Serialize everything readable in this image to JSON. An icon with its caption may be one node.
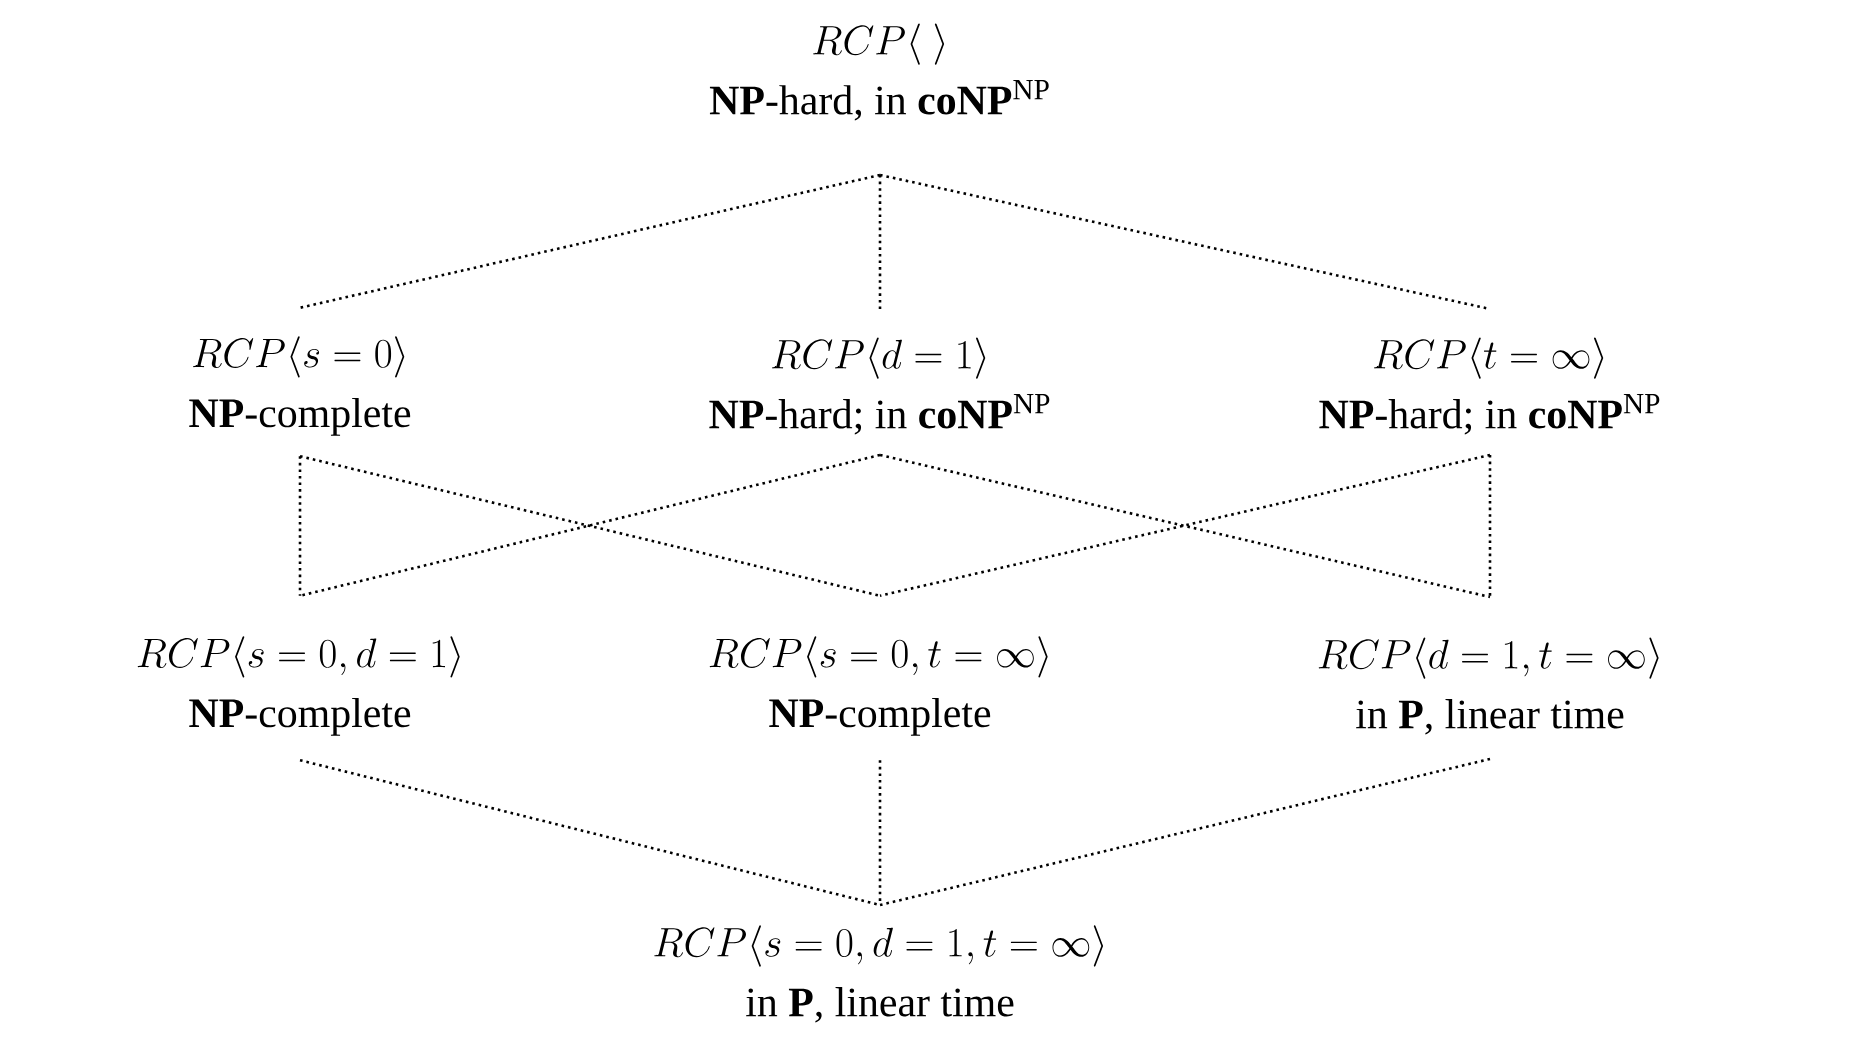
{
  "diagram": {
    "nodes": [
      {
        "text": [
          "RCP\\langle\\ \\rangle",
          "**NP**-hard, in **coNP**$^{NP}$"
        ]
      },
      {
        "text": [
          "RCP\\langle s=0\\rangle",
          "**NP**-complete"
        ]
      },
      {
        "text": [
          "RCP\\langle d=1\\rangle",
          "**NP**-hard; in **coNP**$^{NP}$"
        ]
      },
      {
        "text": [
          "RCP\\langle t=\\infty\\rangle",
          "**NP**-hard; in **coNP**$^{NP}$"
        ]
      },
      {
        "text": [
          "RCP\\langle s=0, d=1\\rangle",
          "**NP**-complete"
        ]
      },
      {
        "text": [
          "RCP\\langle s=0, t=\\infty\\rangle",
          "**NP**-complete"
        ]
      },
      {
        "text": [
          "RCP\\langle d=1, t=\\infty\\rangle",
          "in **P**, linear time"
        ]
      },
      {
        "text": [
          "RCP\\langle s=0, d=1, t=\\infty\\rangle",
          "in **P**, linear time"
        ]
      }
    ],
    "edges": [
      {
        "from": 0,
        "to": 1,
        "arrow": "none"
      },
      {
        "from": 0,
        "to": 2,
        "arrow": "none"
      },
      {
        "from": 0,
        "to": 3,
        "arrow": "none"
      },
      {
        "from": 1,
        "to": 4,
        "arrow": "none"
      },
      {
        "from": 1,
        "to": 5,
        "arrow": "none"
      },
      {
        "from": 2,
        "to": 4,
        "arrow": "none"
      },
      {
        "from": 2,
        "to": 6,
        "arrow": "none"
      },
      {
        "from": 3,
        "to": 5,
        "arrow": "none"
      },
      {
        "from": 3,
        "to": 6,
        "arrow": "none"
      },
      {
        "from": 4,
        "to": 7,
        "arrow": "none"
      },
      {
        "from": 5,
        "to": 7,
        "arrow": "none"
      },
      {
        "from": 6,
        "to": 7,
        "arrow": "none"
      }
    ]
  }
}
